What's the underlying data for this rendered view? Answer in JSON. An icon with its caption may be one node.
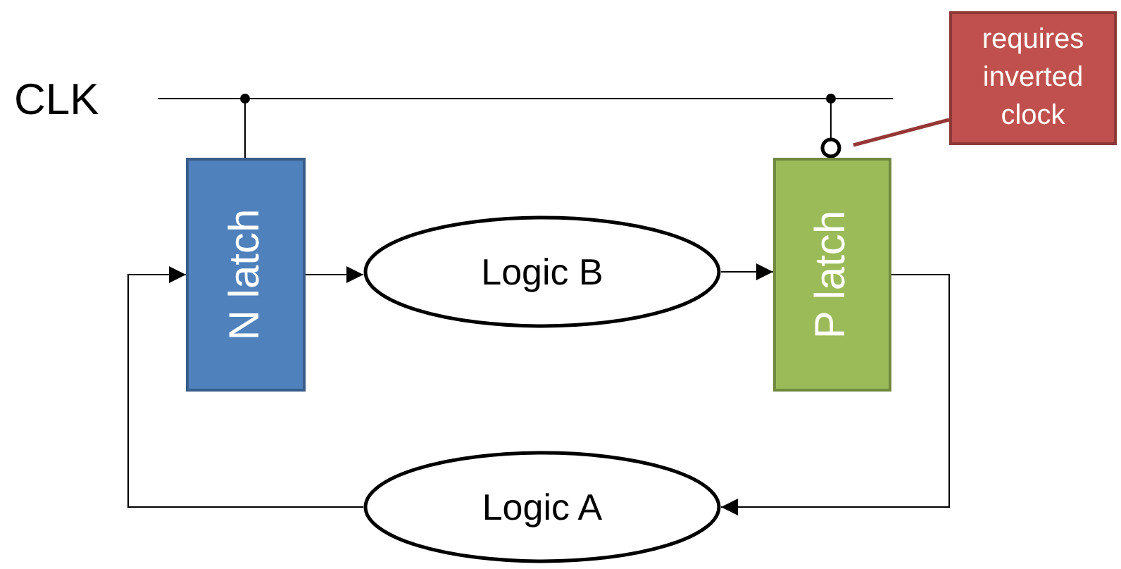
{
  "diagram": {
    "nodes": [
      {
        "text": [
          "CLK"
        ]
      },
      {
        "text": [
          "N latch"
        ]
      },
      {
        "text": [
          "Logic B"
        ]
      },
      {
        "text": [
          "P latch"
        ]
      },
      {
        "text": [
          "Logic A"
        ]
      },
      {
        "text": [
          "requires inverted clock"
        ]
      }
    ],
    "edges": [
      {
        "from": 0,
        "to": 1,
        "arrow": "none"
      },
      {
        "from": 0,
        "to": 3,
        "arrow": "other"
      },
      {
        "from": 1,
        "to": 2,
        "arrow": "to"
      },
      {
        "from": 2,
        "to": 3,
        "arrow": "to"
      },
      {
        "from": 3,
        "to": 4,
        "arrow": "to"
      },
      {
        "from": 4,
        "to": 1,
        "arrow": "to"
      },
      {
        "from": 5,
        "to": 3,
        "arrow": "none",
        "style": "thick",
        "color": "#953735"
      }
    ]
  }
}
